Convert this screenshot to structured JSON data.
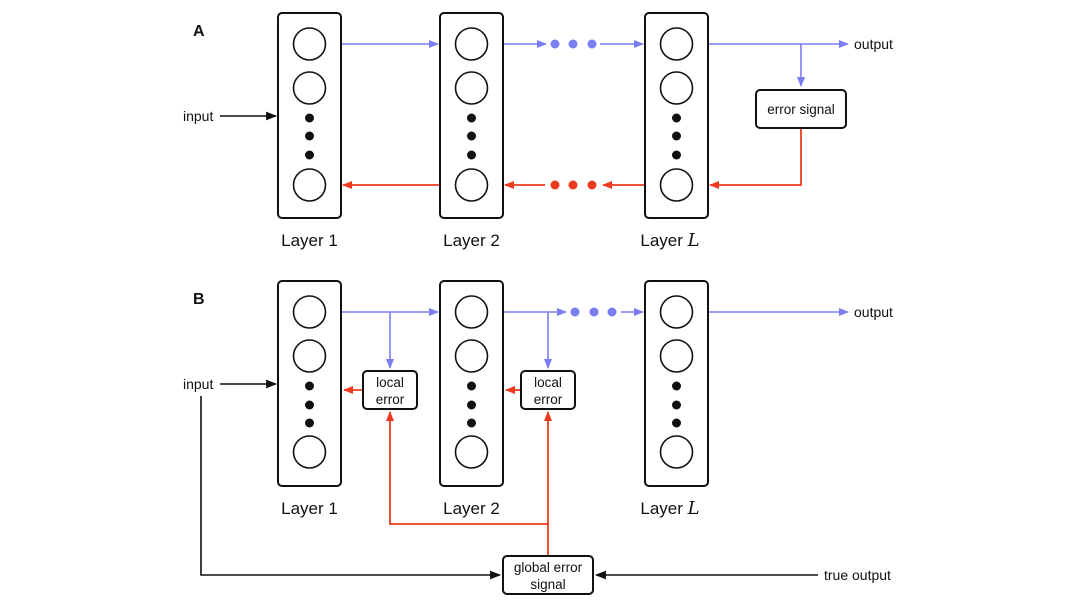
{
  "colors": {
    "forward": "#7a7ef0",
    "backward": "#ee3a1f",
    "stroke": "#111111"
  },
  "panels": {
    "A": {
      "label": "A",
      "input_label": "input",
      "output_label": "output",
      "error_box": "error signal",
      "layers": [
        {
          "label": "Layer 1",
          "var": ""
        },
        {
          "label": "Layer 2",
          "var": ""
        },
        {
          "label": "Layer ",
          "var": "L"
        }
      ]
    },
    "B": {
      "label": "B",
      "input_label": "input",
      "output_label": "output",
      "true_output_label": "true output",
      "local_error_line1": "local",
      "local_error_line2": "error",
      "global_error_line1": "global error",
      "global_error_line2": "signal",
      "layers": [
        {
          "label": "Layer 1",
          "var": ""
        },
        {
          "label": "Layer 2",
          "var": ""
        },
        {
          "label": "Layer ",
          "var": "L"
        }
      ]
    }
  }
}
